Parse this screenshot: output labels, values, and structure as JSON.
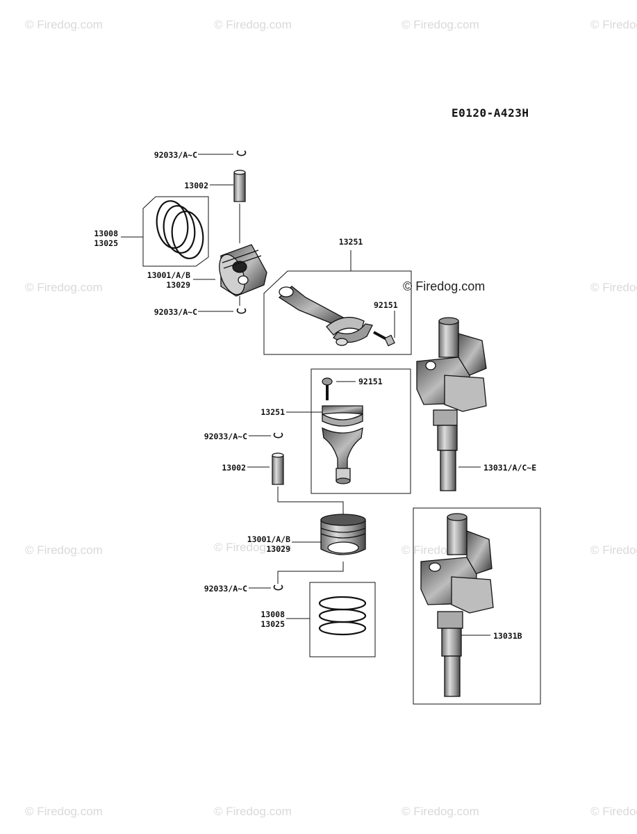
{
  "diagram": {
    "code": "E0120-A423H",
    "watermark": "© Firedog.com",
    "labels": {
      "snap_ring_top": "92033/A~C",
      "pin_top": "13002",
      "rings_top_a": "13008",
      "rings_top_b": "13025",
      "piston_top_a": "13001/A/B",
      "piston_top_b": "13029",
      "snap_ring_top_lower": "92033/A~C",
      "rod_assy_top": "13251",
      "bolt_top": "92151",
      "bolt_mid": "92151",
      "rod_assy_mid": "13251",
      "snap_ring_mid": "92033/A~C",
      "pin_mid": "13002",
      "crankshaft_a": "13031/A/C~E",
      "piston_mid_a": "13001/A/B",
      "piston_mid_b": "13029",
      "snap_ring_low": "92033/A~C",
      "rings_low_a": "13008",
      "rings_low_b": "13025",
      "crankshaft_b": "13031B"
    }
  }
}
